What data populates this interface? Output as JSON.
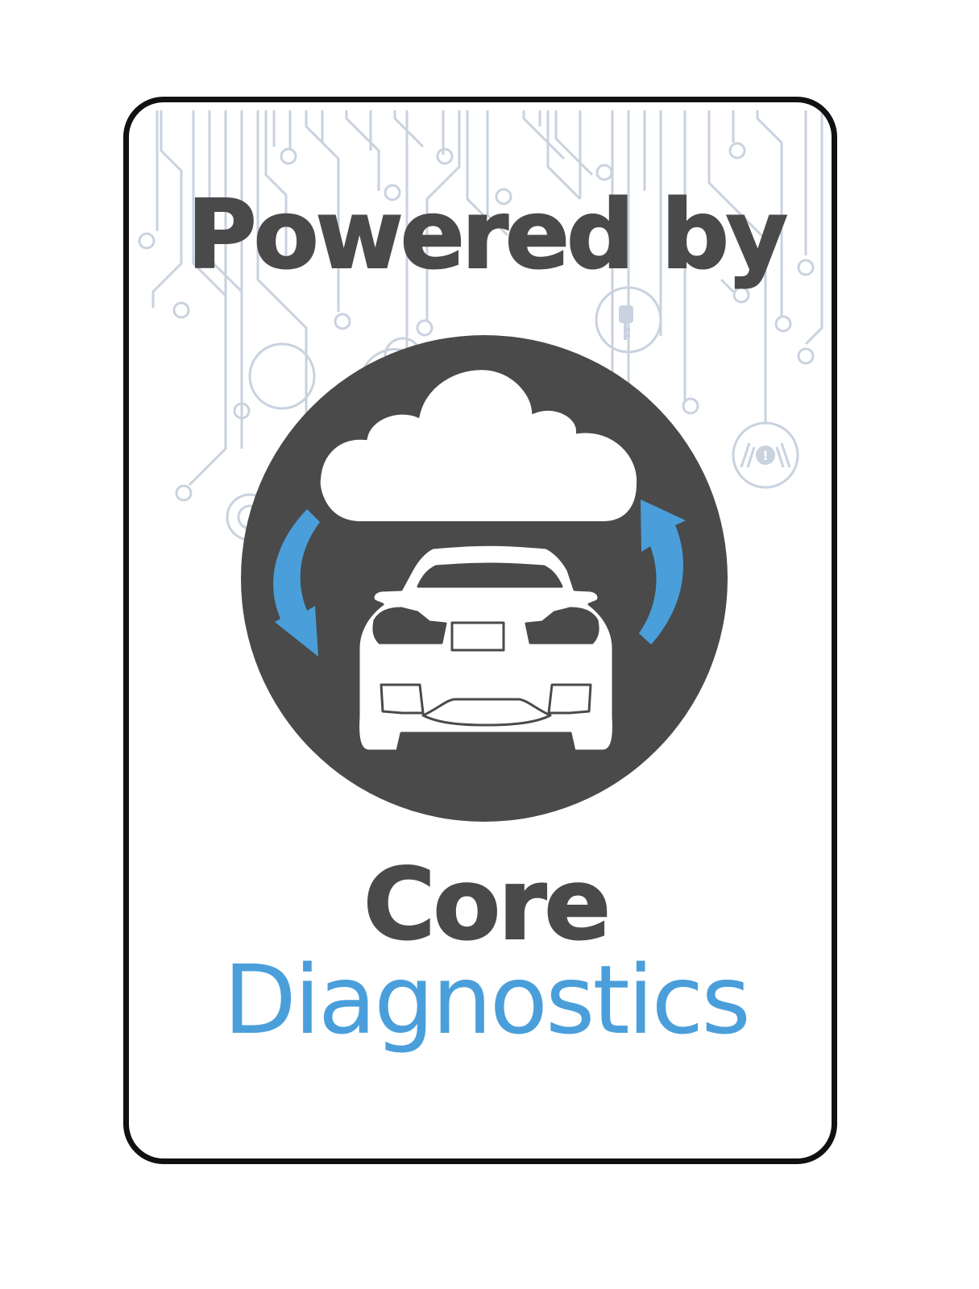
{
  "heading": {
    "text": "Powered by"
  },
  "brand": {
    "line1": "Core",
    "line2": "Diagnostics"
  },
  "emblem": {
    "icons": [
      "cloud-icon",
      "sync-arrows-icon",
      "car-rear-icon"
    ]
  },
  "background_icons": [
    "key-icon",
    "lane-warning-icon",
    "circuit-lines"
  ],
  "colors": {
    "dark_gray": "#4a4a4a",
    "accent_blue": "#4a9fdb",
    "circuit_gray": "#c9d2df",
    "border": "#111111",
    "background": "#ffffff"
  }
}
